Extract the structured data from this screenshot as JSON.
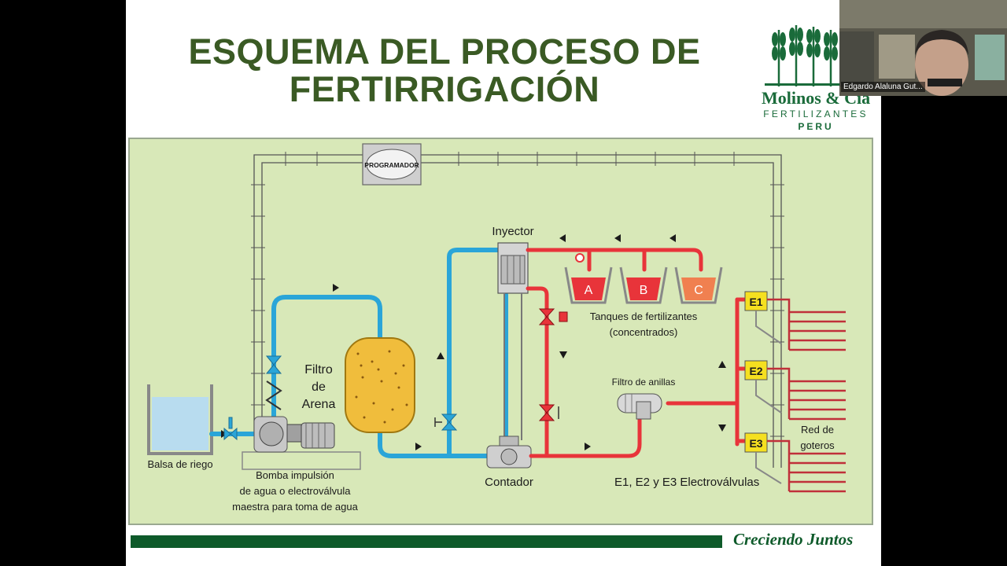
{
  "slide": {
    "title_line1": "ESQUEMA DEL PROCESO DE",
    "title_line2": "FERTIRRIGACIÓN",
    "footer": "Creciendo Juntos"
  },
  "logo": {
    "name": "Molinos & Cía",
    "subtitle": "FERTILIZANTES",
    "country": "PERU"
  },
  "diagram": {
    "programador": "PROGRAMADOR",
    "inyector": "Inyector",
    "filtro_arena_1": "Filtro",
    "filtro_arena_2": "de",
    "filtro_arena_3": "Arena",
    "tanques_1": "Tanques de fertilizantes",
    "tanques_2": "(concentrados)",
    "tank_a": "A",
    "tank_b": "B",
    "tank_c": "C",
    "filtro_anillas": "Filtro de anillas",
    "balsa": "Balsa de riego",
    "bomba_1": "Bomba impulsión",
    "bomba_2": "de agua o electroválvula",
    "bomba_3": "maestra para toma de agua",
    "contador": "Contador",
    "e1": "E1",
    "e2": "E2",
    "e3": "E3",
    "electrovalvulas": "E1, E2 y E3  Electroválvulas",
    "red_1": "Red de",
    "red_2": "goteros",
    "colors": {
      "background": "#d8e8b8",
      "water_pipe": "#2aa5d8",
      "fertilizer_pipe": "#e8343a",
      "valve": "#f5e020"
    }
  },
  "video": {
    "participant": "Edgardo Alaluna Gut..."
  }
}
